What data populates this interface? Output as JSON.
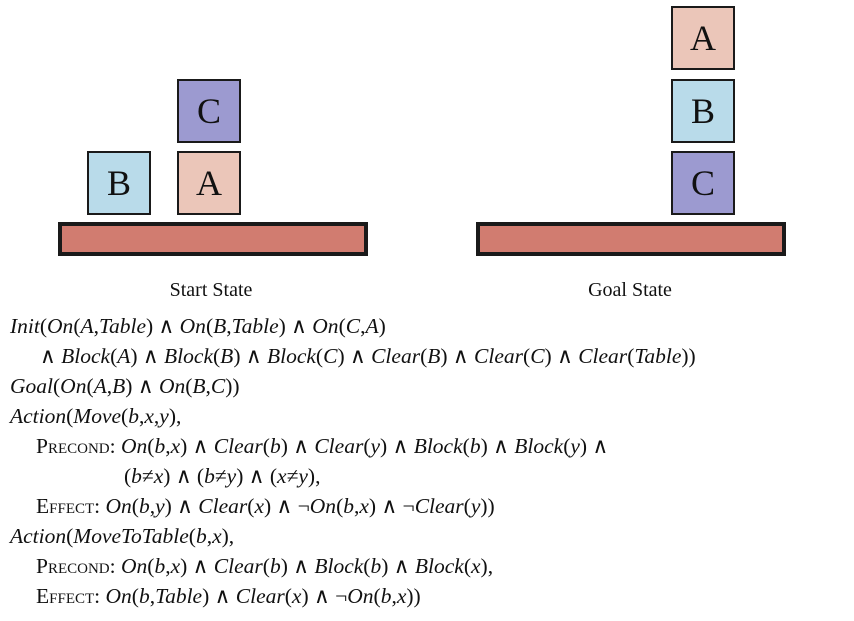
{
  "colors": {
    "block_A": "#ebc6b9",
    "block_B": "#b9dbea",
    "block_C": "#9c9ad0",
    "table": "#d17c70",
    "border": "#1a1a1a"
  },
  "start_state": {
    "caption": "Start State",
    "blocks": {
      "A": "A",
      "B": "B",
      "C": "C"
    }
  },
  "goal_state": {
    "caption": "Goal State",
    "blocks": {
      "A": "A",
      "B": "B",
      "C": "C"
    }
  },
  "formulas": [
    "Init(On(A,Table) ∧ On(B,Table) ∧ On(C,A)",
    "∧ Block(A) ∧ Block(B) ∧ Block(C) ∧ Clear(B) ∧ Clear(C) ∧ Clear(Table))",
    "Goal(On(A,B) ∧ On(B,C))",
    "Action(Move(b,x,y),",
    "PRECOND: On(b,x) ∧ Clear(b) ∧ Clear(y) ∧ Block(b) ∧ Block(y) ∧",
    "(b≠x) ∧ (b≠y) ∧ (x≠y),",
    "EFFECT: On(b,y) ∧ Clear(x) ∧ ¬On(b,x) ∧ ¬Clear(y))",
    "Action(MoveToTable(b,x),",
    "PRECOND: On(b,x) ∧ Clear(b) ∧ Block(b) ∧ Block(x),",
    "EFFECT: On(b,Table) ∧ Clear(x) ∧ ¬On(b,x))"
  ]
}
